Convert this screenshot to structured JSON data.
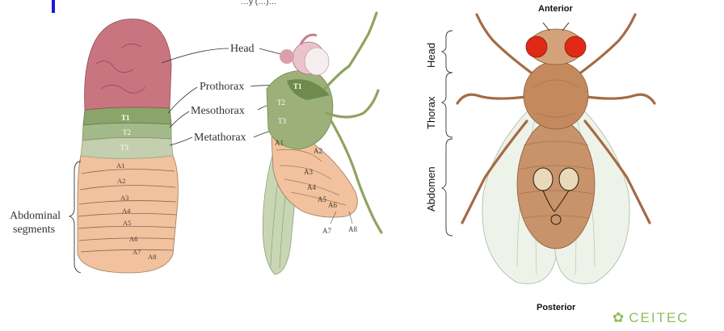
{
  "header": {
    "caption": "…y  (…)…"
  },
  "larva": {
    "labels": {
      "head": "Head",
      "prothorax": "Prothorax",
      "mesothorax": "Mesothorax",
      "metathorax": "Metathorax",
      "abdominal_line1": "Abdominal",
      "abdominal_line2": "segments"
    },
    "segments": [
      "T1",
      "T2",
      "T3",
      "A1",
      "A2",
      "A3",
      "A4",
      "A5",
      "A6",
      "A7",
      "A8"
    ],
    "colors": {
      "head": "#c9757f",
      "thorax_t1": "#8aa46a",
      "thorax_t2": "#a4b98a",
      "thorax_t3": "#c3cfae",
      "abdomen": "#f1c29d"
    }
  },
  "fly_side": {
    "segments": [
      "T1",
      "T2",
      "T3",
      "A1",
      "A2",
      "A3",
      "A4",
      "A5",
      "A6",
      "A7",
      "A8"
    ],
    "colors": {
      "thorax": "#9db07a",
      "abdomen": "#f1c29d",
      "wing": "#c9d6b4",
      "eye": "#f3e8ea"
    }
  },
  "fly_top": {
    "labels": {
      "anterior": "Anterior",
      "posterior": "Posterior",
      "head": "Head",
      "thorax": "Thorax",
      "abdomen": "Abdomen"
    },
    "colors": {
      "body": "#c8936a",
      "eye": "#e02a16",
      "wing": "#eef3ea"
    }
  },
  "brand": {
    "text": "CEITEC",
    "mark": "✿",
    "color": "#8dbf5a"
  }
}
